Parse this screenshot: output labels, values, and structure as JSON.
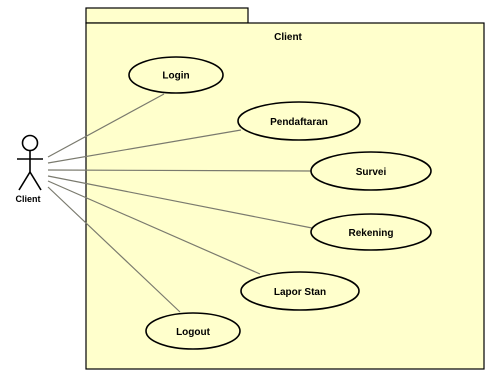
{
  "diagram": {
    "type": "uml-use-case",
    "package": {
      "title": "Client",
      "fill": "#FFFFCC",
      "stroke": "#000000"
    },
    "actor": {
      "label": "Client"
    },
    "use_cases": [
      {
        "id": "login",
        "label": "Login"
      },
      {
        "id": "pendaftaran",
        "label": "Pendaftaran"
      },
      {
        "id": "survei",
        "label": "Survei"
      },
      {
        "id": "rekening",
        "label": "Rekening"
      },
      {
        "id": "lapor-stan",
        "label": "Lapor Stan"
      },
      {
        "id": "logout",
        "label": "Logout"
      }
    ],
    "line_color": "#7A7A6E"
  }
}
